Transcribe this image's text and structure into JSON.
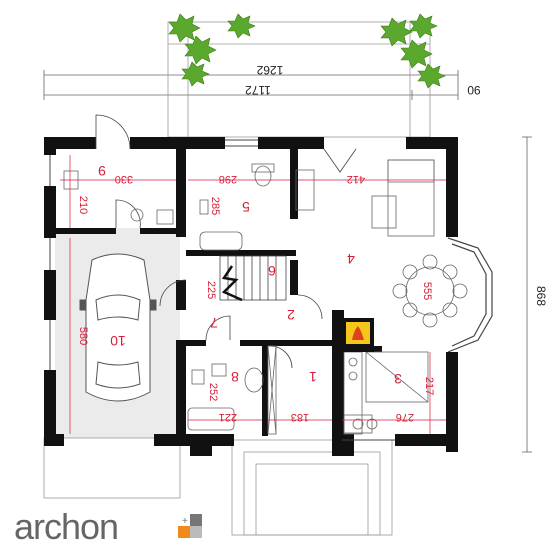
{
  "dimensions": {
    "outer_top": "1262",
    "inner_top": "1172",
    "right_offset": "90",
    "right_depth": "868",
    "garage_top": "330",
    "garage_side": "210",
    "garage_long": "580",
    "bath_top": "298",
    "bath_side": "285",
    "living_top": "412",
    "dining_table": "555",
    "stair_side": "225",
    "wc_side": "252",
    "wc_bottom": "221",
    "hall_bottom": "183",
    "kitchen_bottom": "276",
    "kitchen_side": "217"
  },
  "rooms": {
    "r1": "1",
    "r2": "2",
    "r3": "3",
    "r4": "4",
    "r5": "5",
    "r6": "6",
    "r7": "7",
    "r8": "8",
    "r9": "9",
    "r10": "10"
  },
  "brand": {
    "name": "archon",
    "mark": "+"
  },
  "colors": {
    "wall": "#111111",
    "dim_red": "#d51f3a",
    "line": "#9a9a9a",
    "plant": "#5aa82c",
    "fire": "#f3c81b"
  }
}
